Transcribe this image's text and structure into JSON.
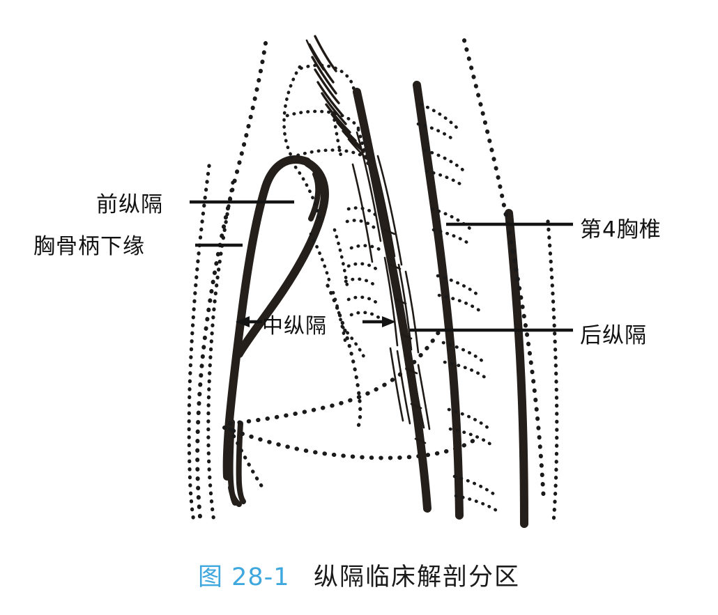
{
  "figure": {
    "kind": "anatomical-line-drawing",
    "subject": "mediastinum-clinical-anatomical-divisions",
    "view": "lateral-sagittal-chest"
  },
  "labels": {
    "anterior_mediastinum": "前纵隔",
    "manubrium_lower_border": "胸骨柄下缘",
    "middle_mediastinum": "中纵隔",
    "fourth_thoracic_vertebra": "第4胸椎",
    "posterior_mediastinum": "后纵隔"
  },
  "caption": {
    "number": "图 28-1",
    "title": "纵隔临床解剖分区",
    "number_color": "#3ea7de",
    "title_color": "#1a1a1a"
  },
  "colors": {
    "ink": "#1a1a1a",
    "bone": "#2b2520",
    "background": "#ffffff",
    "caption_accent": "#3ea7de"
  },
  "leaders": {
    "anterior_mediastinum": "line from text to sternum inner curve",
    "manubrium_lower_border": "line from text to manubrium lower edge",
    "fourth_thoracic_vertebra": "line from text to T4 vertebral body",
    "posterior_mediastinum": "line from text to posterior spine margin",
    "middle_mediastinum": "double-headed arrow spanning sternum to spine"
  }
}
